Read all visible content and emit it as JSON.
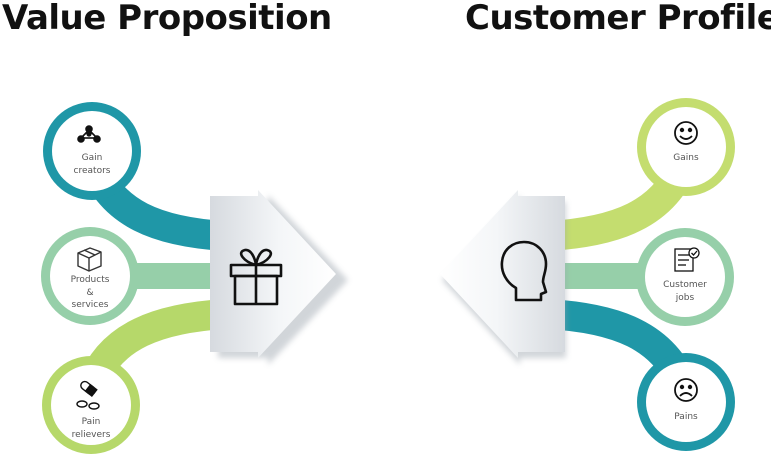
{
  "value_proposition": {
    "title": "Value Proposition",
    "center_icon": "gift-icon",
    "items": [
      {
        "label": "Gain\ncreators",
        "icon": "network-icon",
        "ring_color": "#1f97a7"
      },
      {
        "label": "Products\n&\nservices",
        "icon": "box-icon",
        "ring_color": "#96cfa9"
      },
      {
        "label": "Pain\nrelievers",
        "icon": "pills-icon",
        "ring_color": "#b6d86a"
      }
    ]
  },
  "customer_profile": {
    "title": "Customer Profile",
    "center_icon": "head-silhouette-icon",
    "items": [
      {
        "label": "Gains",
        "icon": "smiley-icon",
        "ring_color": "#c4dd6f"
      },
      {
        "label": "Customer\njobs",
        "icon": "checklist-icon",
        "ring_color": "#96cfa9"
      },
      {
        "label": "Pains",
        "icon": "sad-face-icon",
        "ring_color": "#1f97a7"
      }
    ]
  }
}
